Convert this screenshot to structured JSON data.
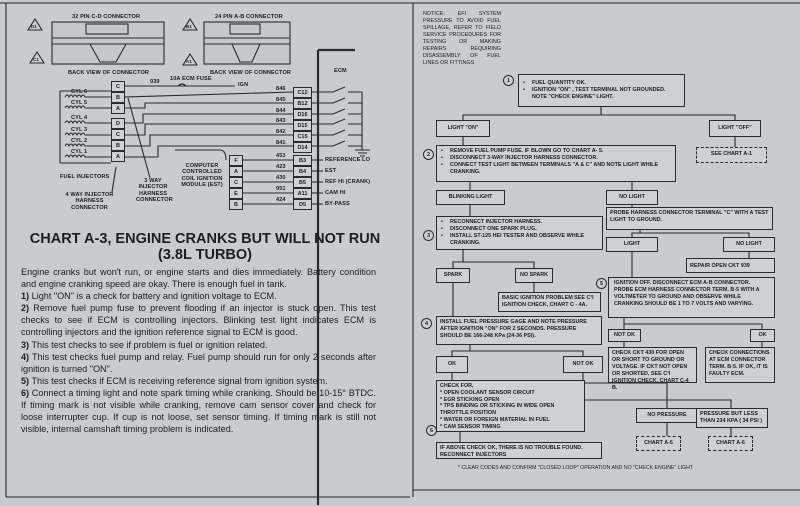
{
  "wiring": {
    "connector_cd_label": "32 PIN C-D CONNECTOR",
    "connector_ab_label": "24 PIN A-B CONNECTOR",
    "back_view_label": "BACK VIEW OF CONNECTOR",
    "markers": [
      "D1",
      "C1",
      "B1",
      "A1"
    ],
    "fuse_wire": "939",
    "fuse_label": "10A ECM FUSE",
    "ign_label": "IGN",
    "ecm_label": "ECM",
    "cylinders": [
      "CYL 6",
      "CYL 5",
      "CYL 4",
      "CYL 3",
      "CYL 2",
      "CYL 1"
    ],
    "three_way_pins": [
      "C",
      "B",
      "A"
    ],
    "four_way_pins": [
      "D",
      "C",
      "B",
      "A"
    ],
    "injector_wires": [
      "846",
      "845",
      "844",
      "843",
      "842",
      "841"
    ],
    "injector_ecm_pins": [
      "C12",
      "B12",
      "D16",
      "D15",
      "C15",
      "D14"
    ],
    "module_pins": [
      "F",
      "A",
      "C",
      "E",
      "B"
    ],
    "module_wires": [
      "453",
      "423",
      "430",
      "951",
      "424"
    ],
    "module_ecm_pins": [
      "B3",
      "B4",
      "B5",
      "A11",
      "D5"
    ],
    "module_signals": [
      "REFERENCE LO",
      "EST",
      "REF HI (CRANK)",
      "CAM HI",
      "BY-PASS"
    ],
    "fuel_injectors_label": "FUEL INJECTORS",
    "four_way_label": "4 WAY INJECTOR HARNESS CONNECTOR",
    "three_way_label": "3 WAY INJECTOR HARNESS CONNECTOR",
    "module_label": "COMPUTER CONTROLLED COIL IGNITION MODULE (EST)"
  },
  "chart": {
    "title": "CHART A-3, ENGINE CRANKS BUT WILL NOT RUN (3.8L TURBO)",
    "intro": "Engine cranks but won't run, or engine starts and dies immediately. Battery condition and engine cranking speed are okay. There is enough fuel in tank.",
    "notes": [
      {
        "num": "1)",
        "text": "Light \"ON\" is a check for battery and ignition voltage to ECM."
      },
      {
        "num": "2)",
        "text": "Remove fuel pump fuse to prevent flooding if an injector is stuck open. This test checks to see if ECM is controlling injectors. Blinking test light indicates ECM is controlling injectors and the ignition reference signal to ECM is good."
      },
      {
        "num": "3)",
        "text": "This test checks to see if problem is fuel or ignition related."
      },
      {
        "num": "4)",
        "text": "This test checks fuel pump and relay. Fuel pump should run for only 2 seconds after ignition is turned \"ON\"."
      },
      {
        "num": "5)",
        "text": "This test checks if ECM is receiving reference signal from ignition system."
      },
      {
        "num": "6)",
        "text": "Connect a timing light and note spark timing while cranking. Should be 10-15° BTDC. If timing mark is not visible while cranking, remove cam sensor cover and check for loose interrupter cup. If cup is not loose, set sensor timing. If timing mark is still not visible, internal camshaft timing problem is indicated."
      }
    ]
  },
  "flow": {
    "notice": "NOTICE: EFI SYSTEM PRESSURE TO AVOID FUEL SPILLAGE, REFER TO FIELD SERVICE PROCEDURES FOR TESTING OR MAKING REPAIRS REQUIRING DISASSEMBLY OF FUEL LINES OR FITTINGS",
    "step_numbers": [
      "1",
      "2",
      "3",
      "4",
      "5",
      "6"
    ],
    "step1": [
      "FUEL QUANTITY OK.",
      "IGNITION \"ON\" , TEST TERMINAL NOT GROUNDED. NOTE \"CHECK ENGINE\" LIGHT."
    ],
    "light_on": "LIGHT \"ON\"",
    "light_off": "LIGHT \"OFF\"",
    "see_a1": "SEE CHART A-1",
    "step2": [
      "REMOVE FUEL PUMP FUSE. IF BLOWN GO TO CHART A- 5.",
      "DISCONNECT 3-WAY INJECTOR HARNESS CONNECTOR.",
      "CONNECT TEST LIGHT BETWEEN TERMINALS \"A & C\"  AND NOTE LIGHT WHILE CRANKING."
    ],
    "blinking": "BLINKING LIGHT",
    "no_light": "NO LIGHT",
    "probe": "PROBE HARNESS CONNECTOR TERMINAL \"C\" WITH A TEST LIGHT TO GROUND.",
    "step3": [
      "RECONNECT INJECTOR HARNESS.",
      "DISCONNECT ONE SPARK PLUG.",
      "INSTALL ST-125 HEI TESTER AND OBSERVE WHILE CRANKING."
    ],
    "light": "LIGHT",
    "no_light2": "NO LIGHT",
    "repair": "REPAIR OPEN CKT 939",
    "spark": "SPARK",
    "no_spark": "NO SPARK",
    "basic_ign": "BASIC IGNITION PROBLEM  SEE C³I IGNITION CHECK, CHART C - 4A.",
    "step5": [
      "IGNITION OFF. DISCONNECT ECM A-B CONNECTOR.",
      "PROBE ECM HARNESS CONNECTOR TERM. B-5 WITH A VOLTMETER TO GROUND AND OBSERVE WHILE CRANKING SHOULD BE 1 TO 7 VOLTS AND VARYING."
    ],
    "step4": "INSTALL FUEL PRESSURE GAGE AND NOTE PRESSURE AFTER IGNITION \"ON\"  FOR 2 SECONDS. PRESSURE SHOULD BE 166-248 KPa (24-36 PSI).",
    "not_ok_5": "NOT OK",
    "ok_5": "OK",
    "check_ckt430": "CHECK CKT 430 FOR OPEN OR SHORT TO GROUND OR VOLTAGE. IF CKT NOT OPEN OR SHORTED, SEE C³I IGNITION CHECK. CHART C-4 B.",
    "check_conn": "CHECK CONNECTIONS AT ECM CONNECTOR TERM. B-5. IF OK, IT IS FAULTY ECM.",
    "ok_4": "OK",
    "not_ok_4": "NOT OK",
    "check_for_title": "CHECK FOR,",
    "check_for": [
      "OPEN COOLANT SENSOR CIRCUIT",
      "EGR STICKING OPEN",
      "TPS BINDING OR STICKING IN WIDE OPEN THROTTLE POSITION",
      "WATER OR FOREIGN MATERIAL IN FUEL",
      "CAM SENSOR TIMING"
    ],
    "no_pressure": "NO PRESSURE",
    "pressure_less": "PRESSURE BUT LESS THAN 234 KPA ( 34 PSI )",
    "chart_a5": "CHART A-5",
    "chart_a6": "CHART A-6",
    "if_above": "IF ABOVE CHECK OK, THERE IS NO TROUBLE FOUND. RECONNECT INJECTORS",
    "footnote": "* CLEAR CODES AND CONFIRM \"CLOSED LOOP\" OPERATION AND NO \"CHECK ENGINE\" LIGHT"
  }
}
